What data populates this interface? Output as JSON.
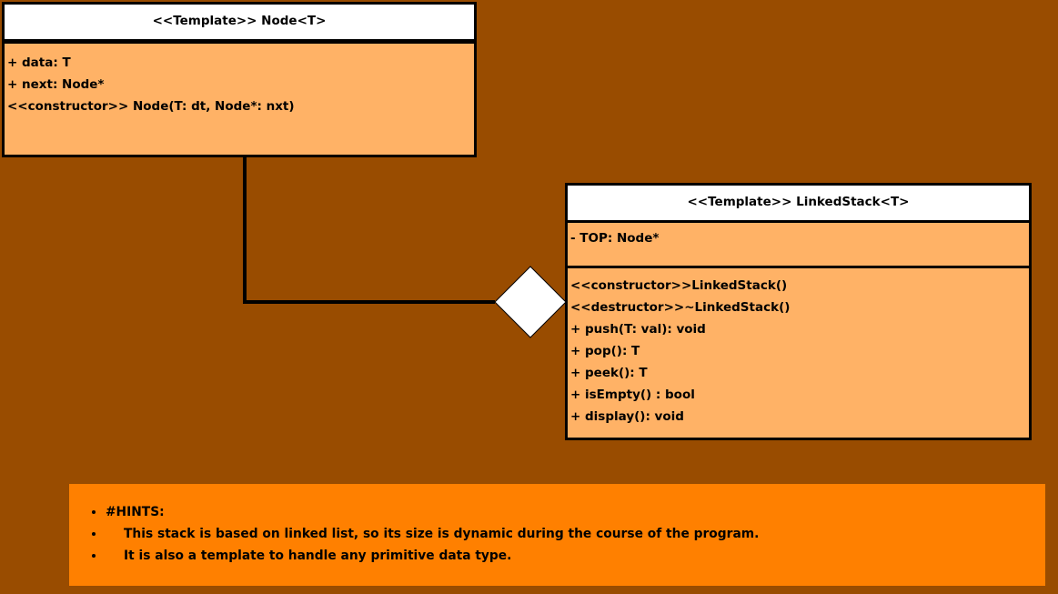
{
  "node_class": {
    "title": "<<Template>> Node<T>",
    "attributes": [
      "+ data: T",
      "+ next: Node*",
      "<<constructor>> Node(T: dt, Node*: nxt)"
    ]
  },
  "stack_class": {
    "title": "<<Template>> LinkedStack<T>",
    "attributes": [
      "- TOP: Node*"
    ],
    "methods": [
      "<<constructor>>LinkedStack()",
      "<<destructor>>~LinkedStack()",
      "+ push(T: val): void",
      "+ pop(): T",
      "+ peek(): T",
      "+ isEmpty() : bool",
      "+ display(): void"
    ]
  },
  "hints": {
    "heading": "#HINTS:",
    "items": [
      "This stack is based on linked list, so its size is dynamic during the course of the program.",
      "It is also a template to handle any primitive data type."
    ]
  },
  "colors": {
    "background": "#994c00",
    "class_body": "#ffb266",
    "class_header": "#ffffff",
    "hints_box": "#ff8000"
  }
}
